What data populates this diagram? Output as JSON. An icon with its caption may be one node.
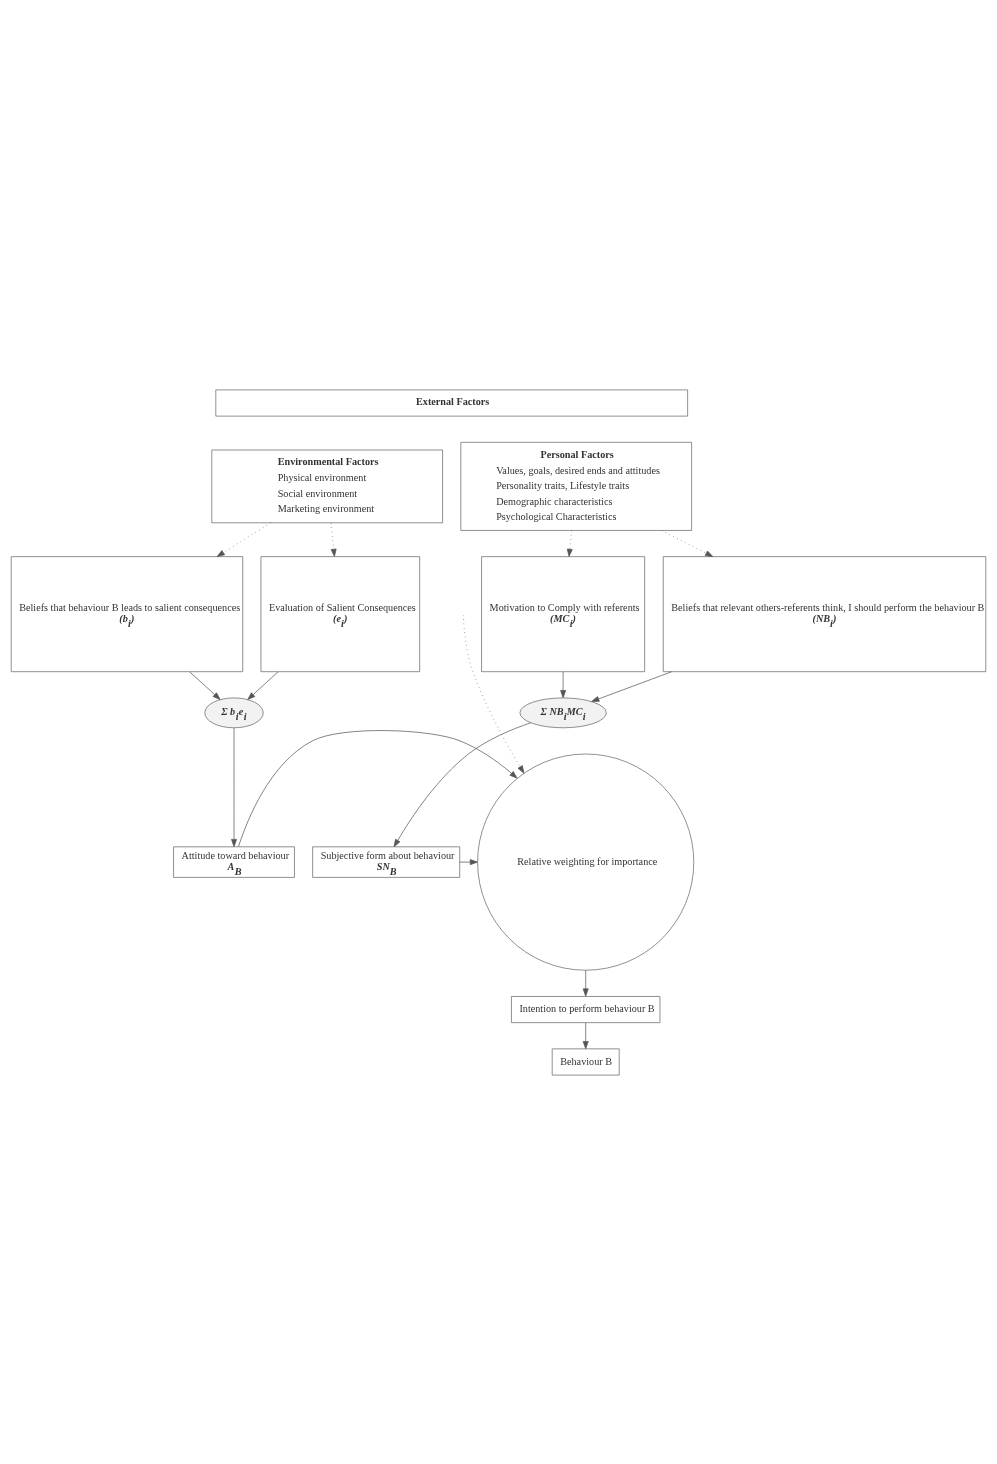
{
  "diagram": {
    "nodes": [
      {
        "text": [
          "External Factors"
        ]
      },
      {
        "text": [
          "Environmental Factors",
          "Physical environment",
          "Social environment",
          "Marketing environment"
        ]
      },
      {
        "text": [
          "Personal Factors",
          "Values, goals, desired ends and attitudes",
          "Personality traits, Lifestyle traits",
          "Demographic characteristics",
          "Psychological Characteristics"
        ]
      },
      {
        "text": [
          "Beliefs that behaviour B leads to salient consequences",
          "(b$_{i}$)"
        ]
      },
      {
        "text": [
          "Evaluation of Salient Consequences",
          "(e$_{i}$)"
        ]
      },
      {
        "text": [
          "Beliefs that relevant others-referents think, I should perform the behaviour B",
          "(NB$_{i}$)"
        ]
      },
      {
        "text": [
          "Motivation to Comply with referents",
          "(MC$_{i}$)"
        ]
      },
      {
        "text": [
          "Σ b$_{i}$e$_{i}$"
        ]
      },
      {
        "text": [
          "Σ NB$_{i}$MC$_{i}$"
        ]
      },
      {
        "text": [
          "Attitude toward behaviour",
          "A$_{B}$"
        ]
      },
      {
        "text": [
          "Subjective form about behaviour",
          "SN$_{B}$"
        ]
      },
      {
        "text": [
          "Relative weighting for importance"
        ]
      },
      {
        "text": [
          "Intention to perform behaviour B"
        ]
      },
      {
        "text": [
          "Behaviour B"
        ]
      }
    ],
    "edges": [
      {
        "from": 1,
        "to": 3,
        "arrow": "to",
        "style": "dashed"
      },
      {
        "from": 1,
        "to": 4,
        "arrow": "to",
        "style": "dashed"
      },
      {
        "from": 2,
        "to": 5,
        "arrow": "to",
        "style": "dashed"
      },
      {
        "from": 2,
        "to": 6,
        "arrow": "to",
        "style": "dashed"
      },
      {
        "from": null,
        "to": 11,
        "arrow": "to",
        "style": "dashed"
      },
      {
        "from": 3,
        "to": 7,
        "arrow": "to"
      },
      {
        "from": 4,
        "to": 7,
        "arrow": "to"
      },
      {
        "from": 5,
        "to": 8,
        "arrow": "to"
      },
      {
        "from": 6,
        "to": 8,
        "arrow": "to"
      },
      {
        "from": 7,
        "to": 9,
        "arrow": "to"
      },
      {
        "from": 8,
        "to": 10,
        "arrow": "to"
      },
      {
        "from": 9,
        "to": 11,
        "arrow": "to"
      },
      {
        "from": 10,
        "to": 11,
        "arrow": "to"
      },
      {
        "from": 11,
        "to": 12,
        "arrow": "to"
      },
      {
        "from": 12,
        "to": 13,
        "arrow": "to"
      }
    ]
  }
}
